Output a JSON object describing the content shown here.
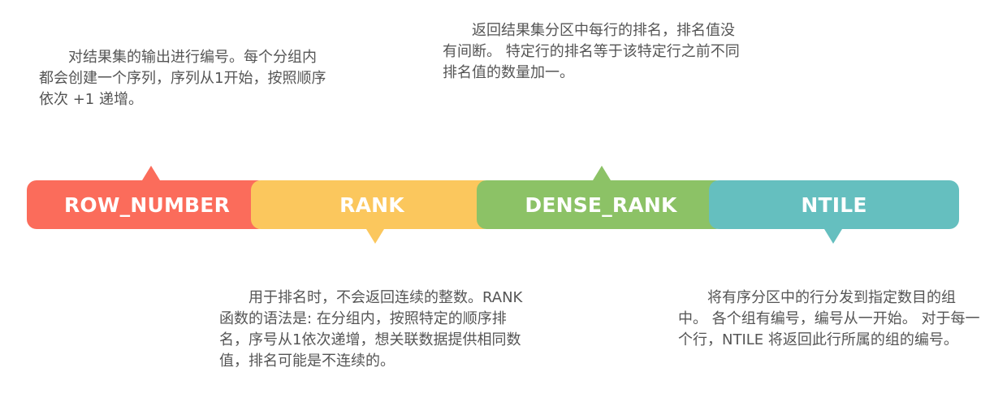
{
  "segments": {
    "row_number": {
      "label": "ROW_NUMBER",
      "color": "#fb6c5b"
    },
    "rank": {
      "label": "RANK",
      "color": "#fbc75d"
    },
    "dense_rank": {
      "label": "DENSE_RANK",
      "color": "#8cc266"
    },
    "ntile": {
      "label": "NTILE",
      "color": "#65bfbf"
    }
  },
  "descriptions": {
    "row_number": "对结果集的输出进行编号。每个分组内都会创建一个序列，序列从1开始，按照顺序依次 +1 递增。",
    "dense_rank": "返回结果集分区中每行的排名，排名值没有间断。 特定行的排名等于该特定行之前不同排名值的数量加一。",
    "rank": "用于排名时，不会返回连续的整数。RANK函数的语法是: 在分组内，按照特定的顺序排名，序号从1依次递增，想关联数据提供相同数值，排名可能是不连续的。",
    "ntile": "将有序分区中的行分发到指定数目的组中。 各个组有编号，编号从一开始。 对于每一个行，NTILE 将返回此行所属的组的编号。"
  }
}
